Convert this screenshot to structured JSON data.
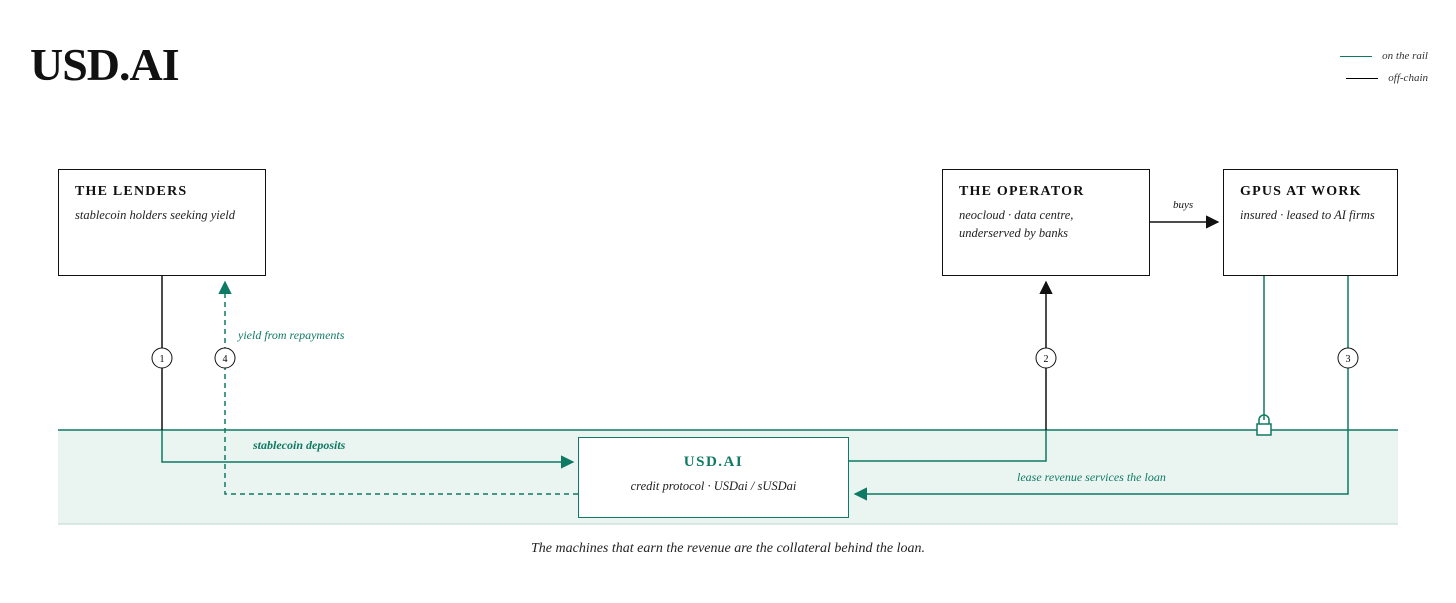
{
  "title": "USD.AI",
  "legend": {
    "on_rail": "on the rail",
    "off_chain": "off-chain"
  },
  "nodes": {
    "lenders": {
      "heading": "THE LENDERS",
      "sub": "stablecoin holders seeking yield"
    },
    "operator": {
      "heading": "THE OPERATOR",
      "sub": "neocloud · data centre, underserved by banks"
    },
    "gpus": {
      "heading": "GPUS AT WORK",
      "sub": "insured · leased to AI firms"
    },
    "protocol": {
      "heading": "USD.AI",
      "sub": "credit protocol · USDai / sUSDai"
    }
  },
  "steps": [
    "1",
    "2",
    "3",
    "4"
  ],
  "labels": {
    "buys": "buys",
    "yield": "yield from repayments",
    "deposits": "stablecoin deposits",
    "lease": "lease revenue services the loan"
  },
  "caption": "The machines that earn the revenue are the collateral behind the loan.",
  "colors": {
    "rail": "#0f7a63",
    "rail_band": "#eaf4f1",
    "off_chain": "#111111"
  }
}
